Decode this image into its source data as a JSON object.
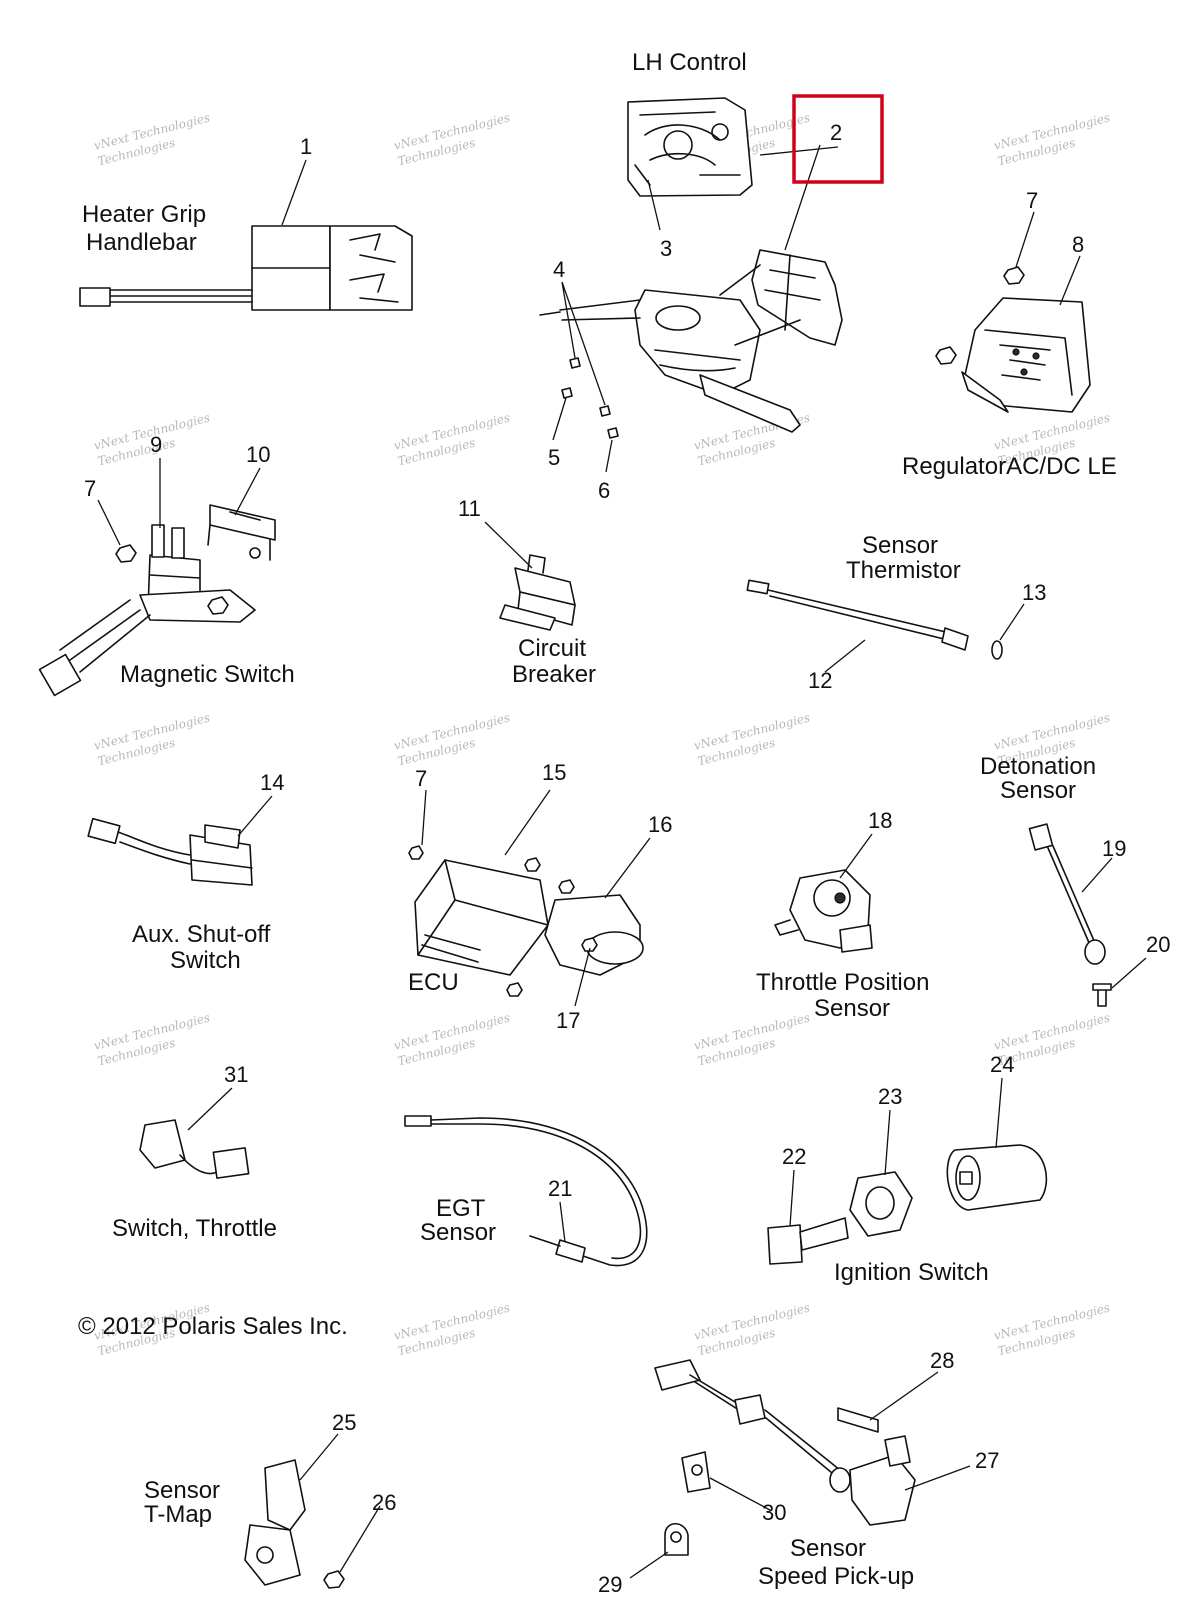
{
  "titles": {
    "lh_control": "LH Control",
    "heater_grip": [
      "Heater Grip",
      "Handlebar"
    ],
    "regulator": "RegulatorAC/DC LE",
    "magnetic_switch": "Magnetic Switch",
    "circuit_breaker": [
      "Circuit",
      "Breaker"
    ],
    "sensor_thermistor": [
      "Sensor",
      "Thermistor"
    ],
    "aux_shutoff": [
      "Aux. Shut-off",
      "Switch"
    ],
    "ecu": "ECU",
    "throttle_position": [
      "Throttle Position",
      "Sensor"
    ],
    "detonation": [
      "Detonation",
      "Sensor"
    ],
    "switch_throttle": "Switch, Throttle",
    "egt_sensor": [
      "EGT",
      "Sensor"
    ],
    "ignition_switch": "Ignition Switch",
    "sensor_tmap": [
      "Sensor",
      "T-Map"
    ],
    "speed_pickup": [
      "Sensor",
      "Speed Pick-up"
    ]
  },
  "copyright": "© 2012 Polaris Sales Inc.",
  "watermark": [
    "vNext Technologies",
    "Technologies"
  ],
  "callouts": {
    "c1": "1",
    "c2": "2",
    "c3": "3",
    "c4": "4",
    "c5": "5",
    "c6": "6",
    "c7a": "7",
    "c7b": "7",
    "c7c": "7",
    "c8": "8",
    "c9": "9",
    "c10": "10",
    "c11": "11",
    "c12": "12",
    "c13": "13",
    "c14": "14",
    "c15": "15",
    "c16": "16",
    "c17": "17",
    "c18": "18",
    "c19": "19",
    "c20": "20",
    "c21": "21",
    "c22": "22",
    "c23": "23",
    "c24": "24",
    "c25": "25",
    "c26": "26",
    "c27": "27",
    "c28": "28",
    "c29": "29",
    "c30": "30",
    "c31": "31"
  },
  "highlight": {
    "callout": "2",
    "color": "#d0021b"
  }
}
